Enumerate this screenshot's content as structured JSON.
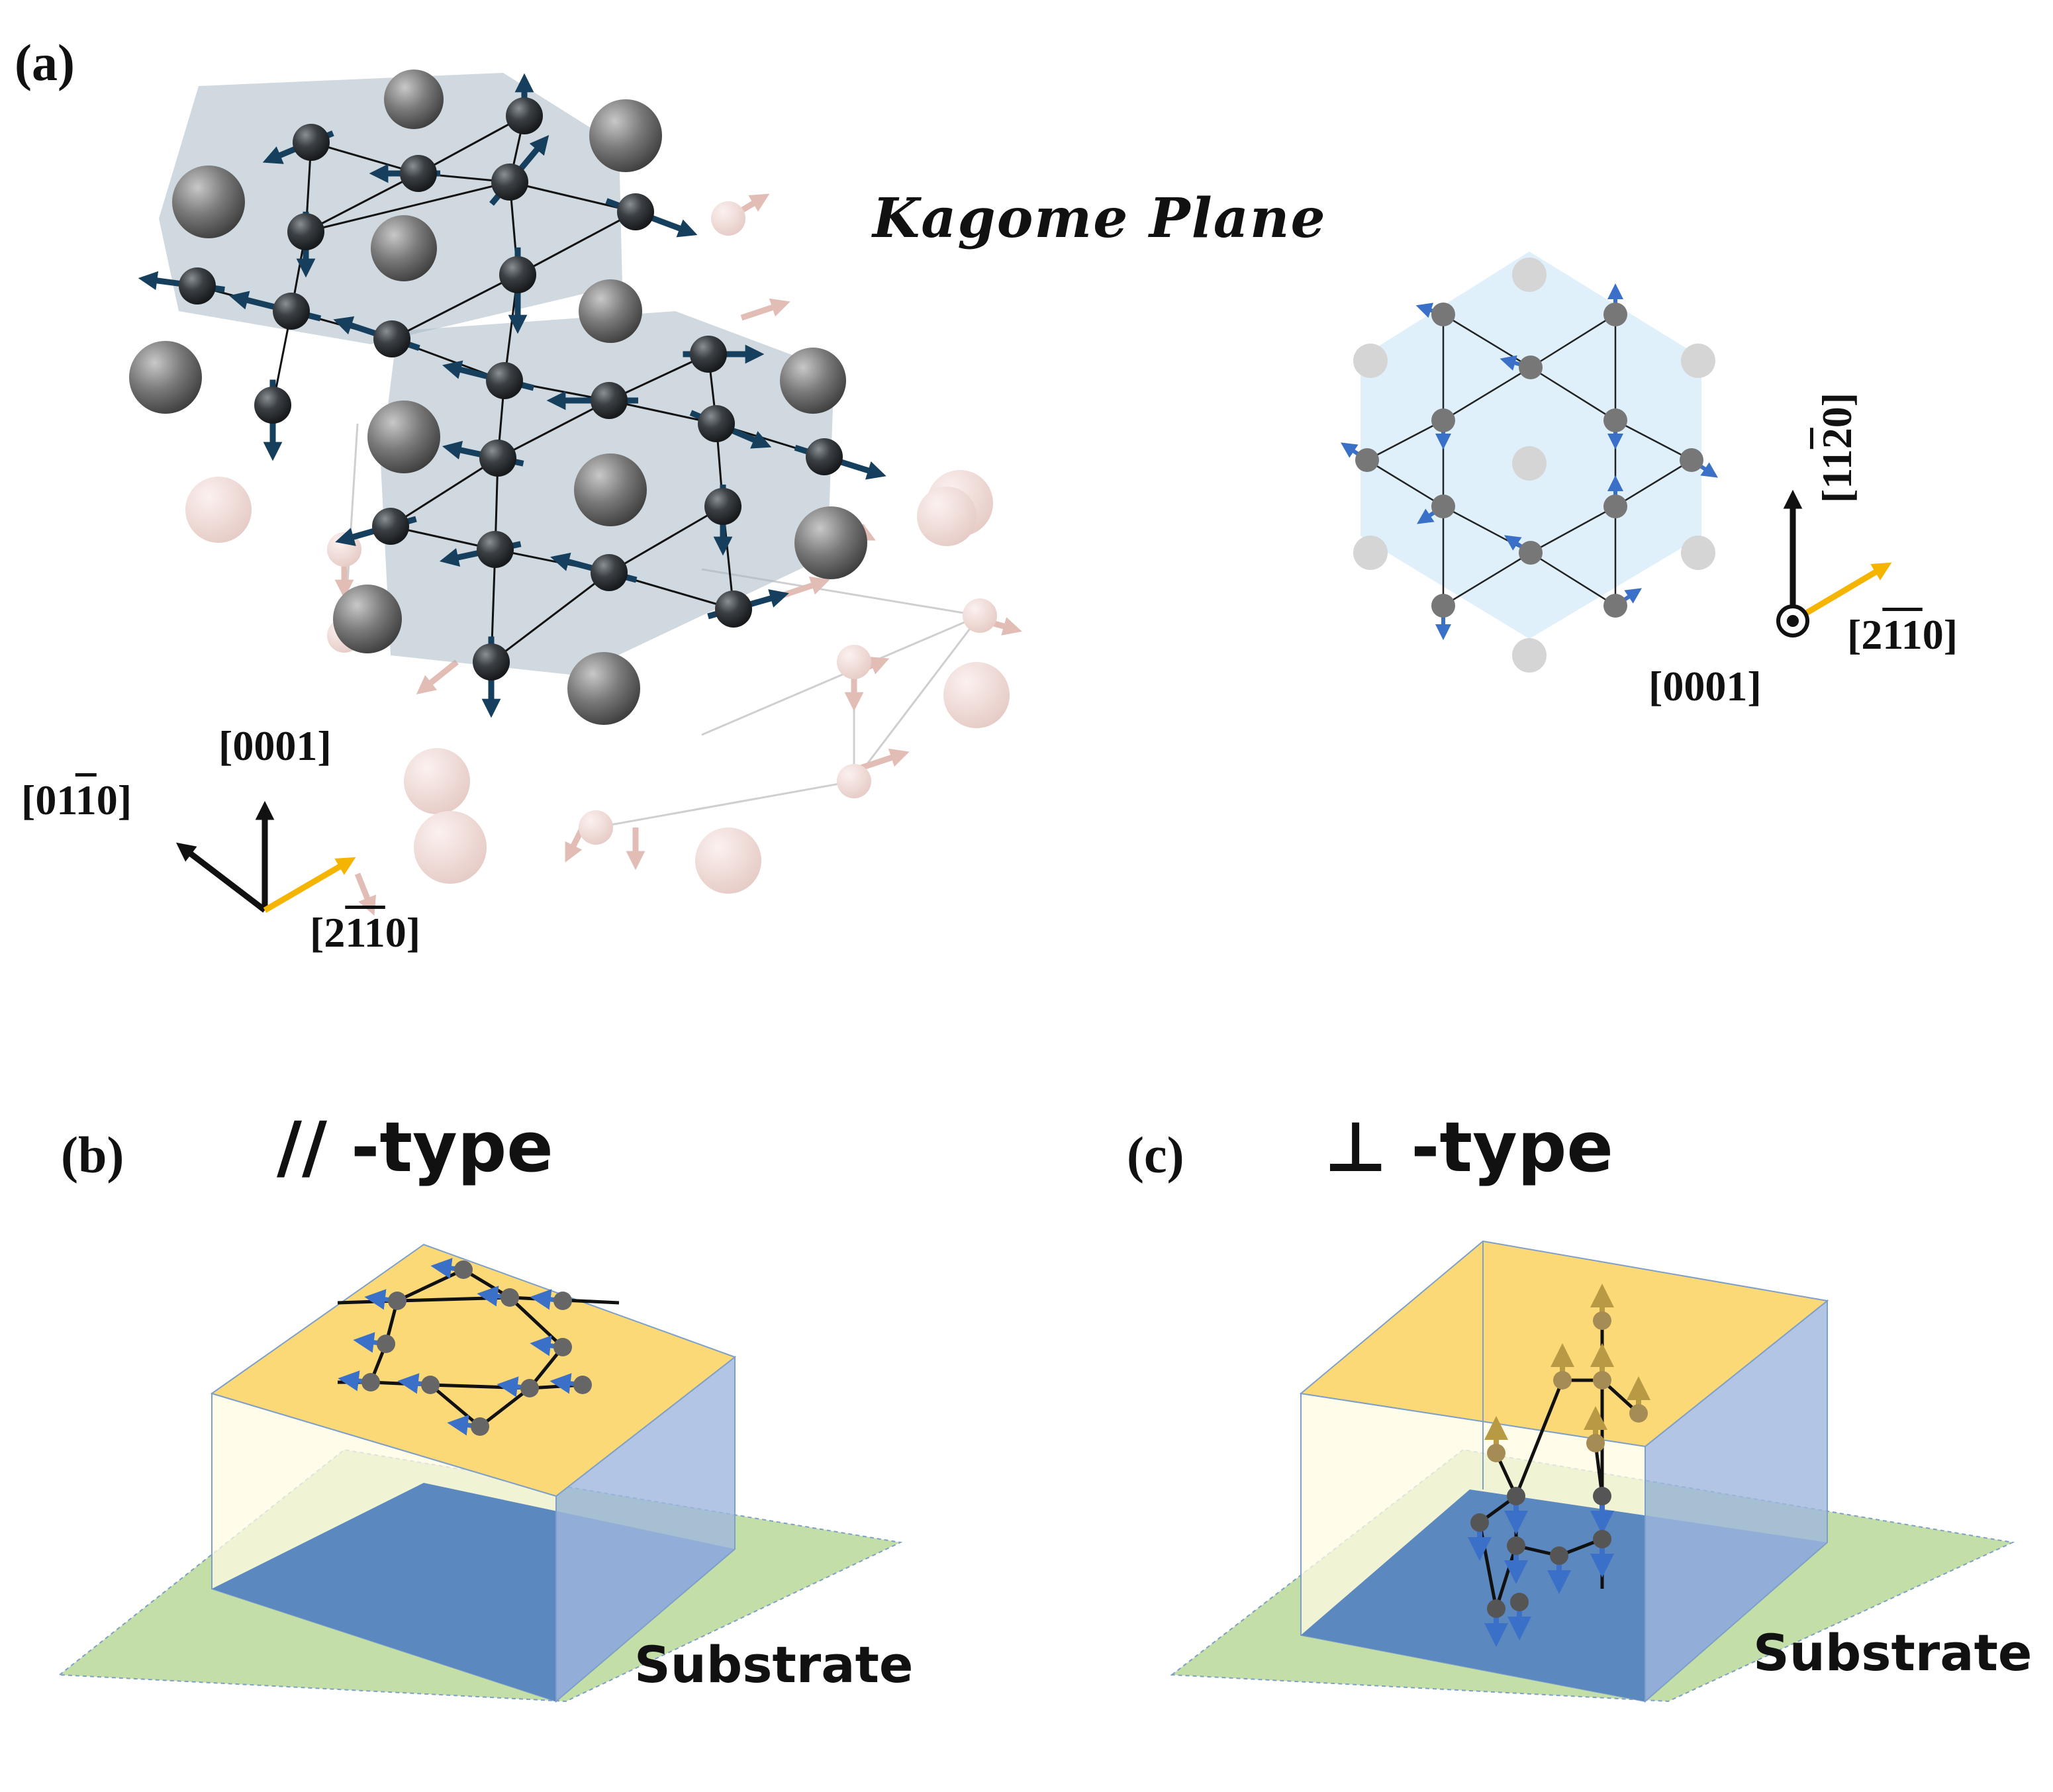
{
  "panels": {
    "a": {
      "label": "(a)",
      "title": "Kagome Plane",
      "axes_3d": {
        "up": "[0001]",
        "left": {
          "pre": "[01",
          "bar": "1",
          "post": "0]"
        },
        "right": {
          "pre": "[2",
          "bar": "11",
          "post": "0]"
        }
      },
      "axes_2d": {
        "up": {
          "pre": "[11",
          "bar": "2",
          "post": "0]"
        },
        "right": {
          "pre": "[2",
          "bar": "11",
          "post": "0]"
        },
        "out": "[0001]"
      }
    },
    "b": {
      "label": "(b)",
      "title": "// -type",
      "substrate": "Substrate"
    },
    "c": {
      "label": "(c)",
      "title": "⊥ -type",
      "substrate": "Substrate"
    }
  },
  "colors": {
    "atom_dark": "#2f3337",
    "atom_large": "#6e6e6e",
    "atom_faded": "#e9d3d0",
    "spin_arrow": "#163f5e",
    "spin_arrow_faded": "#e2bdb6",
    "plane_gray": "#a7b9c4",
    "hex_light": "#dff0fb",
    "blue_arrow": "#3a70c8",
    "yellow_arrow": "#f5b400",
    "film_top": "#fcd977",
    "film_side": "#9fb6df",
    "substrate_green": "#c3dea6",
    "film_bottom": "#5b88be"
  }
}
